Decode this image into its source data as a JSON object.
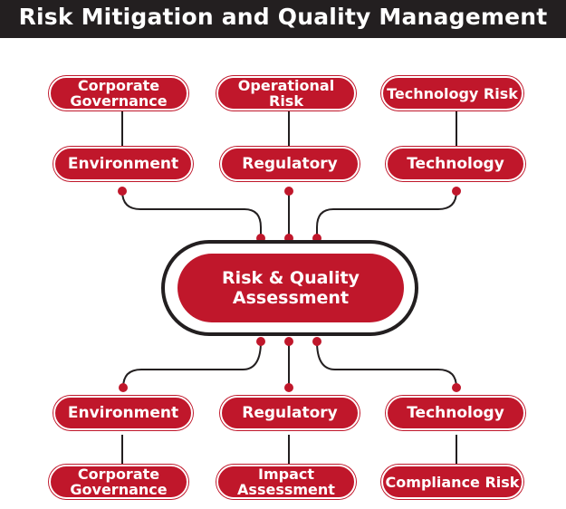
{
  "title": "Risk Mitigation and Quality Management",
  "center": {
    "line1": "Risk & Quality",
    "line2": "Assessment"
  },
  "top_row": {
    "boxes": [
      {
        "line1": "Corporate",
        "line2": "Governance"
      },
      {
        "line1": "Operational",
        "line2": "Risk"
      },
      {
        "line1": "Technology Risk",
        "line2": ""
      }
    ],
    "categories": [
      "Environment",
      "Regulatory",
      "Technology"
    ]
  },
  "bottom_row": {
    "categories": [
      "Environment",
      "Regulatory",
      "Technology"
    ],
    "boxes": [
      {
        "line1": "Corporate",
        "line2": "Governance"
      },
      {
        "line1": "Impact",
        "line2": "Assessment"
      },
      {
        "line1": "Compliance Risk",
        "line2": ""
      }
    ]
  },
  "colors": {
    "accent": "#c0172b",
    "dark": "#231f20",
    "background": "#ffffff"
  }
}
